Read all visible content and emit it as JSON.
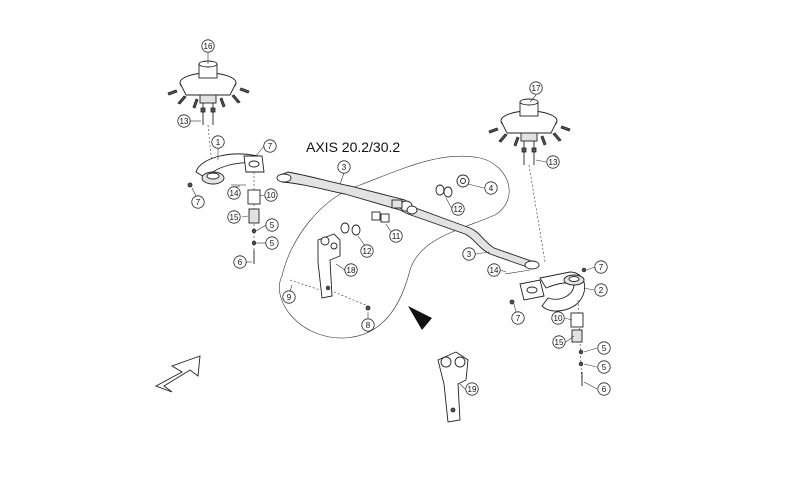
{
  "diagram": {
    "title": "AXIS  20.2/30.2",
    "callouts": [
      {
        "label": "16"
      },
      {
        "label": "13"
      },
      {
        "label": "1"
      },
      {
        "label": "7"
      },
      {
        "label": "7"
      },
      {
        "label": "14"
      },
      {
        "label": "10"
      },
      {
        "label": "15"
      },
      {
        "label": "5"
      },
      {
        "label": "5"
      },
      {
        "label": "6"
      },
      {
        "label": "3"
      },
      {
        "label": "4"
      },
      {
        "label": "12"
      },
      {
        "label": "12"
      },
      {
        "label": "11"
      },
      {
        "label": "18"
      },
      {
        "label": "9"
      },
      {
        "label": "8"
      },
      {
        "label": "3"
      },
      {
        "label": "17"
      },
      {
        "label": "13"
      },
      {
        "label": "14"
      },
      {
        "label": "7"
      },
      {
        "label": "2"
      },
      {
        "label": "7"
      },
      {
        "label": "10"
      },
      {
        "label": "15"
      },
      {
        "label": "5"
      },
      {
        "label": "5"
      },
      {
        "label": "6"
      },
      {
        "label": "19"
      }
    ]
  }
}
